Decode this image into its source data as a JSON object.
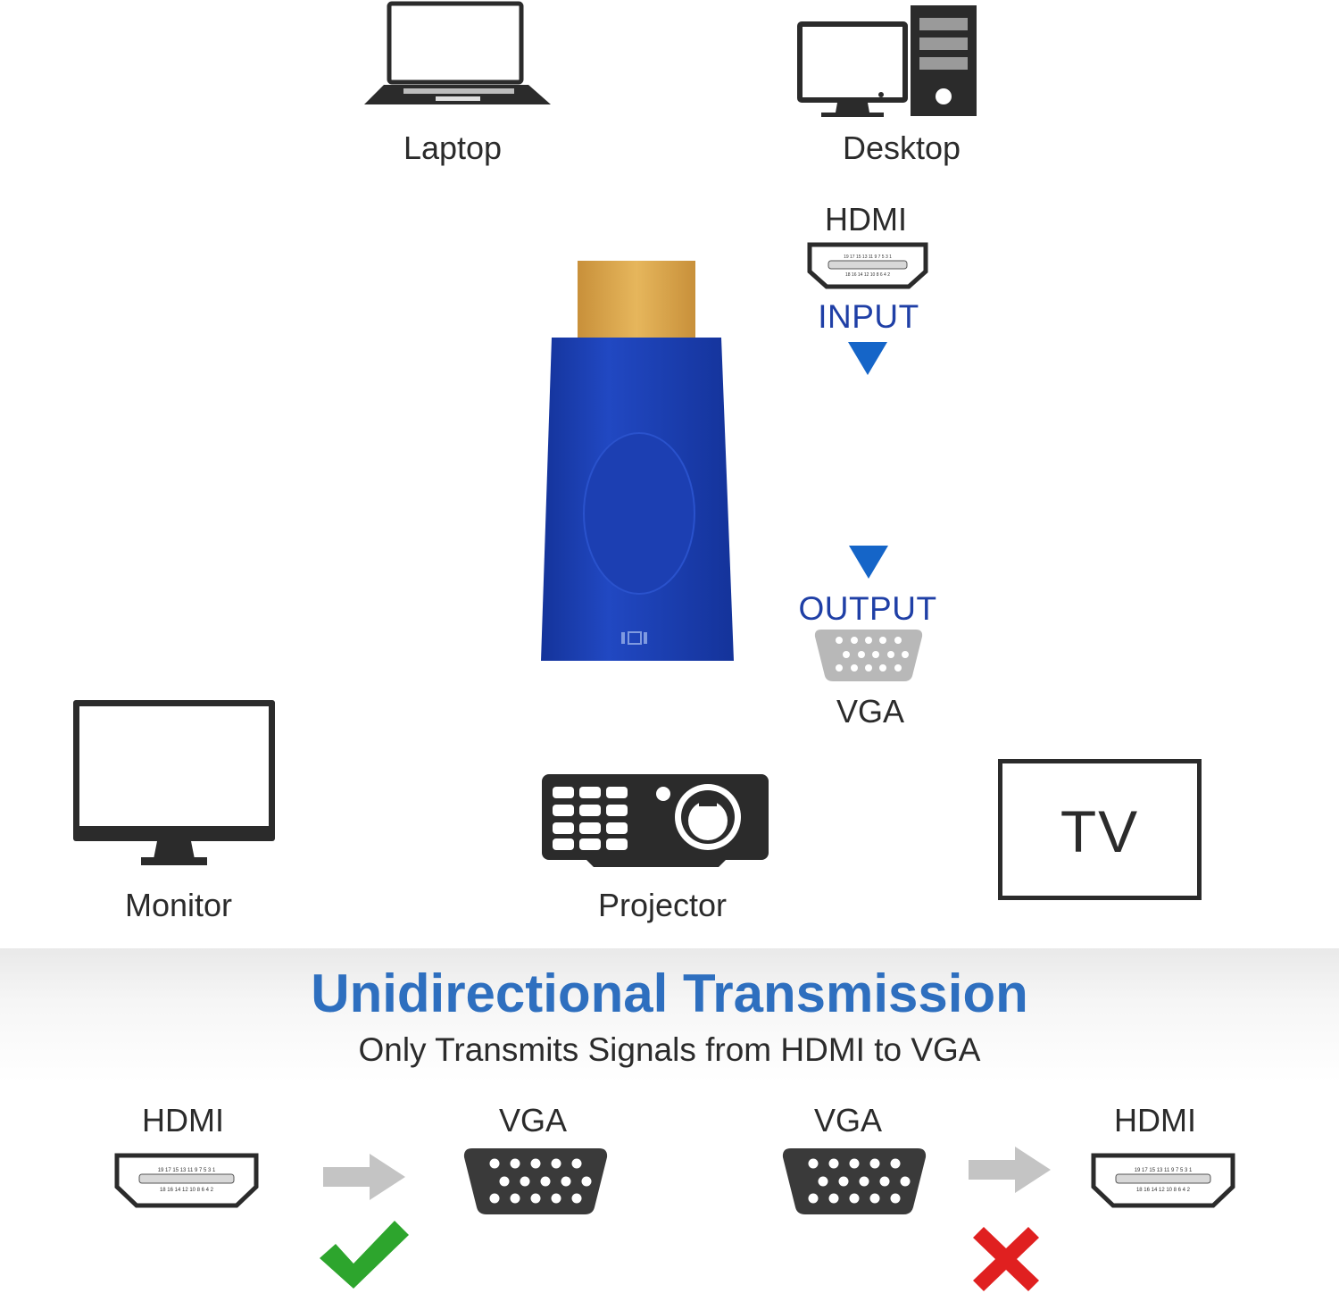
{
  "devices": {
    "laptop_label": "Laptop",
    "desktop_label": "Desktop",
    "monitor_label": "Monitor",
    "projector_label": "Projector",
    "tv_text": "TV"
  },
  "adapter": {
    "input_port": "HDMI",
    "input_label": "INPUT",
    "output_label": "OUTPUT",
    "output_port": "VGA"
  },
  "transmission": {
    "title": "Unidirectional Transmission",
    "subtitle": "Only Transmits Signals from HDMI to VGA",
    "supported_from": "HDMI",
    "supported_to": "VGA",
    "unsupported_from": "VGA",
    "unsupported_to": "HDMI"
  },
  "colors": {
    "accent_blue": "#2e6fbf",
    "label_blue": "#1f3fa6",
    "arrow_blue": "#1565c8",
    "adapter_body": "#1b3fb0",
    "connector_gold": "#d9a84a",
    "check_green": "#2da52d",
    "cross_red": "#e02020"
  },
  "icons": {
    "laptop": "laptop-icon",
    "desktop": "desktop-computer-icon",
    "monitor": "monitor-icon",
    "projector": "projector-icon",
    "tv": "tv-icon",
    "hdmi": "hdmi-port-icon",
    "vga": "vga-port-icon",
    "supported": "checkmark-icon",
    "unsupported": "cross-icon"
  }
}
